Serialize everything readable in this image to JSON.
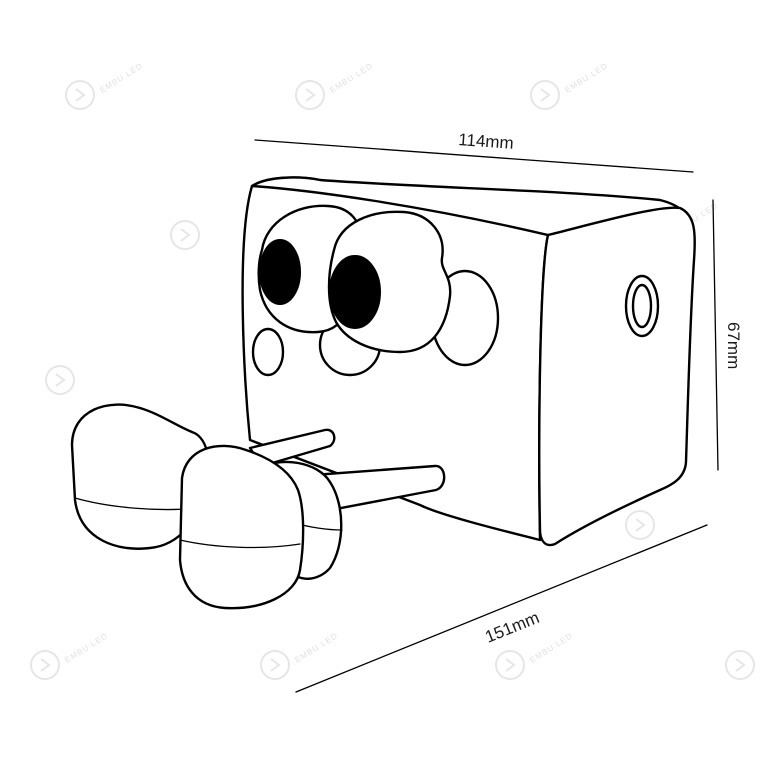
{
  "dimensions": {
    "top": "114mm",
    "right": "67mm",
    "bottom": "151mm"
  },
  "watermark": {
    "text": "EMBU LED"
  },
  "colors": {
    "stroke": "#000000",
    "background": "#ffffff",
    "watermark": "#e6e6e6"
  }
}
